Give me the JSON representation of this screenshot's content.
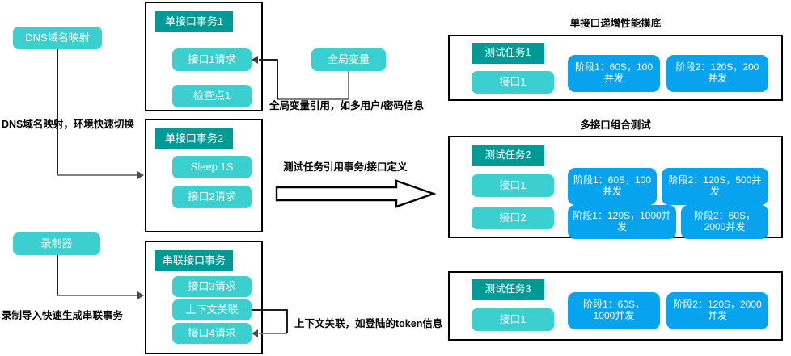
{
  "diagram": {
    "type": "flow-diagram",
    "title_texts": {
      "group1": "单接口递增性能摸底",
      "group2": "多接口组合测试"
    }
  },
  "left_column": {
    "dns_node": "DNS域名映射",
    "dns_caption": "DNS域名映射，环境快速切换",
    "recorder_node": "录制器",
    "recorder_caption": "录制导入快速生成串联事务"
  },
  "transactions": [
    {
      "header": "单接口事务1",
      "steps": [
        "接口1请求",
        "检查点1"
      ]
    },
    {
      "header": "单接口事务2",
      "steps": [
        "Sleep 1S",
        "接口2请求"
      ]
    },
    {
      "header": "串联接口事务",
      "steps": [
        "接口3请求",
        "上下文关联",
        "接口4请求"
      ]
    }
  ],
  "annotations": {
    "global_var_node": "全局变量",
    "global_var_caption": "全局变量引用，如多用户/密码信息",
    "task_ref_caption": "测试任务引用事务/接口定义",
    "context_caption": "上下文关联，如登陆的token信息"
  },
  "test_groups": [
    {
      "group_title": "单接口递增性能摸底",
      "task_header": "测试任务1",
      "rows": [
        {
          "interface": "接口1",
          "phases": [
            "阶段1：60S，100并发",
            "阶段2：120S，200并发"
          ]
        }
      ]
    },
    {
      "group_title": "多接口组合测试",
      "task_header": "测试任务2",
      "rows": [
        {
          "interface": "接口1",
          "phases": [
            "阶段1：60S，100并发",
            "阶段2：120S，500并发"
          ]
        },
        {
          "interface": "接口2",
          "phases": [
            "阶段1：120S，1000并发",
            "阶段2：60S，2000并发"
          ]
        }
      ]
    },
    {
      "group_title": "",
      "task_header": "测试任务3",
      "rows": [
        {
          "interface": "接口1",
          "phases": [
            "阶段1：60S，1000并发",
            "阶段2：120S，2000并发"
          ]
        }
      ]
    }
  ],
  "colors": {
    "teal_header": "#009a96",
    "teal_pill": "#3ccfcf",
    "blue_pill": "#07a3ef",
    "outline": "#000000",
    "connector": "#3a3a3a",
    "background": "#ffffff"
  }
}
